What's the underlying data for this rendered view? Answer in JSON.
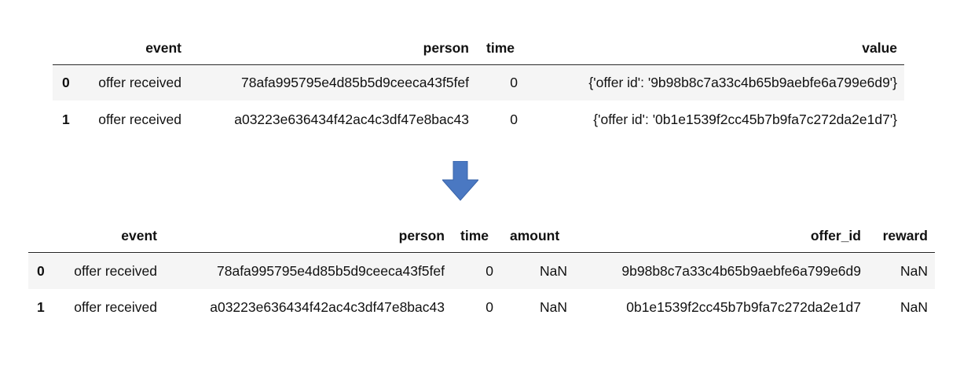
{
  "table_before": {
    "columns": [
      "event",
      "person",
      "time",
      "value"
    ],
    "rows": [
      {
        "index": "0",
        "event": "offer received",
        "person": "78afa995795e4d85b5d9ceeca43f5fef",
        "time": "0",
        "value": "{'offer id': '9b98b8c7a33c4b65b9aebfe6a799e6d9'}"
      },
      {
        "index": "1",
        "event": "offer received",
        "person": "a03223e636434f42ac4c3df47e8bac43",
        "time": "0",
        "value": "{'offer id': '0b1e1539f2cc45b7b9fa7c272da2e1d7'}"
      }
    ]
  },
  "arrow": {
    "icon": "down-arrow-icon",
    "color": "#4a78c2"
  },
  "table_after": {
    "columns": [
      "event",
      "person",
      "time",
      "amount",
      "offer_id",
      "reward"
    ],
    "rows": [
      {
        "index": "0",
        "event": "offer received",
        "person": "78afa995795e4d85b5d9ceeca43f5fef",
        "time": "0",
        "amount": "NaN",
        "offer_id": "9b98b8c7a33c4b65b9aebfe6a799e6d9",
        "reward": "NaN"
      },
      {
        "index": "1",
        "event": "offer received",
        "person": "a03223e636434f42ac4c3df47e8bac43",
        "time": "0",
        "amount": "NaN",
        "offer_id": "0b1e1539f2cc45b7b9fa7c272da2e1d7",
        "reward": "NaN"
      }
    ]
  }
}
